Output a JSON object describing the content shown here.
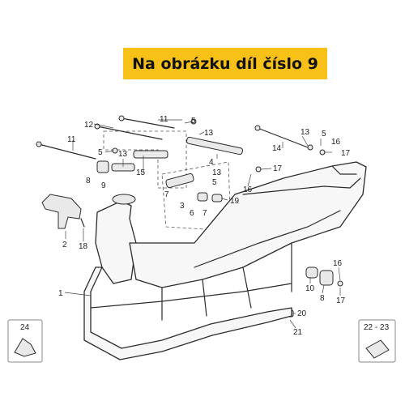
{
  "banner": {
    "text": "Na obrázku díl číslo 9"
  },
  "callouts": {
    "c1": "1",
    "c2": "2",
    "c3": "3",
    "c4": "4",
    "c5a": "5",
    "c5b": "5",
    "c5c": "5",
    "c6": "6",
    "c7a": "7",
    "c7b": "7",
    "c8a": "8",
    "c8b": "8",
    "c9": "9",
    "c10": "10",
    "c11a": "11",
    "c11b": "11",
    "c12": "12",
    "c13a": "13",
    "c13b": "13",
    "c13c": "13",
    "c13d": "13",
    "c14": "14",
    "c15": "15",
    "c16a": "16",
    "c16b": "16",
    "c16c": "16",
    "c17a": "17",
    "c17b": "17",
    "c17c": "17",
    "c18": "18",
    "c19": "19",
    "c20": "20",
    "c21": "21",
    "c22_23": "22 - 23",
    "c24": "24"
  }
}
